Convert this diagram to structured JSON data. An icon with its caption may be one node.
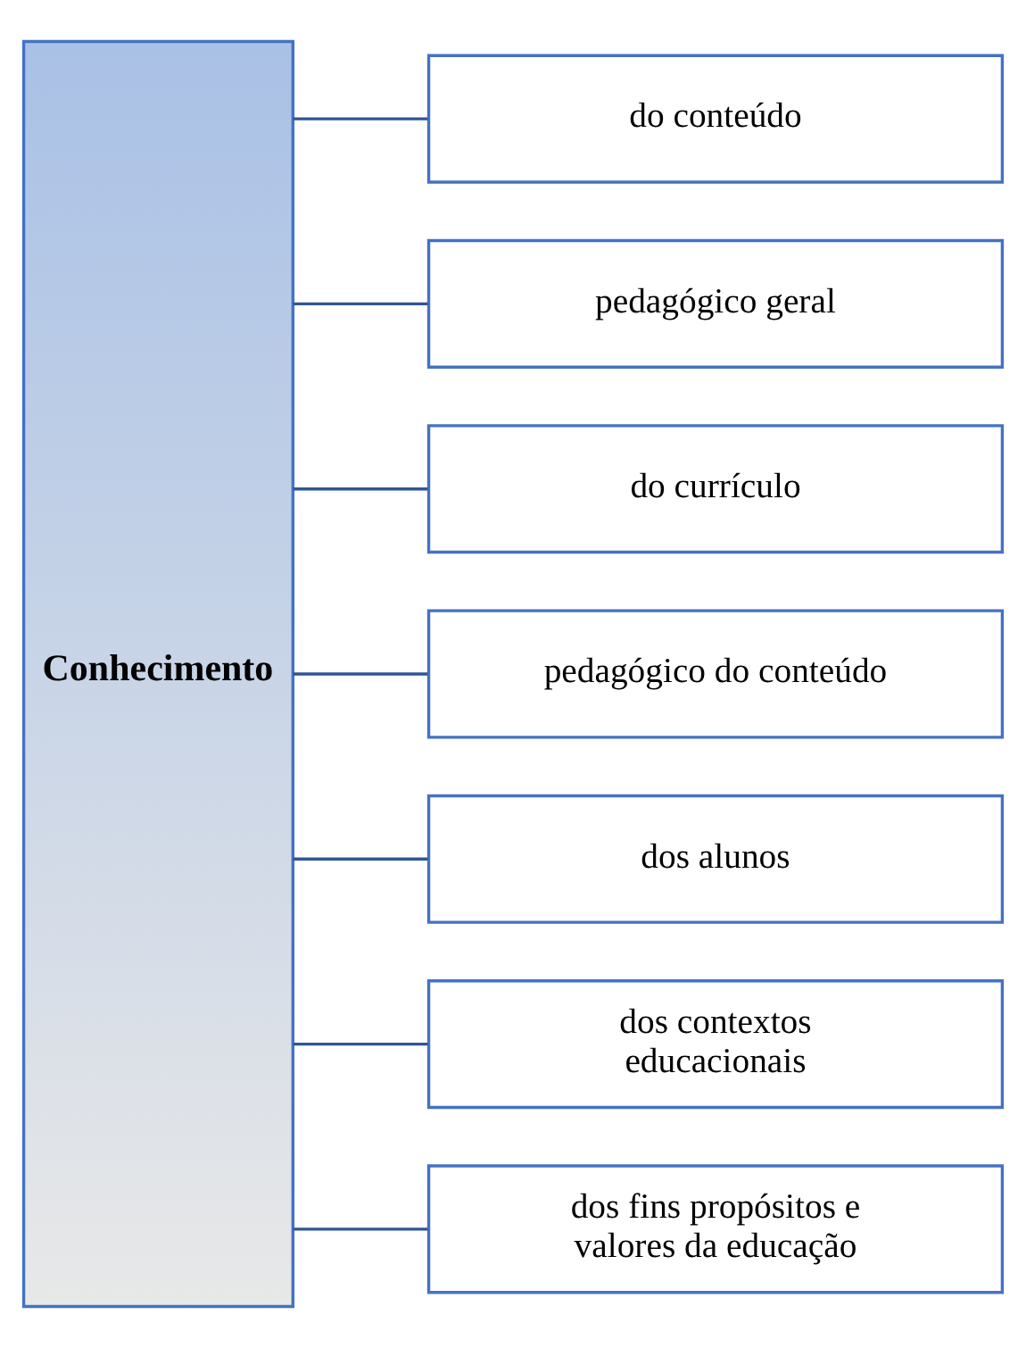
{
  "diagram": {
    "nodes": [
      {
        "text": [
          "Conhecimento"
        ]
      },
      {
        "text": [
          "do conteúdo"
        ]
      },
      {
        "text": [
          "pedagógico geral"
        ]
      },
      {
        "text": [
          "do currículo"
        ]
      },
      {
        "text": [
          "pedagógico do conteúdo"
        ]
      },
      {
        "text": [
          "dos alunos"
        ]
      },
      {
        "text": [
          "dos contextos educacionais"
        ]
      },
      {
        "text": [
          "dos fins propósitos e valores da educação"
        ]
      }
    ],
    "edges": [
      {
        "from": 0,
        "to": 1,
        "arrow": "none"
      },
      {
        "from": 0,
        "to": 2,
        "arrow": "none"
      },
      {
        "from": 0,
        "to": 3,
        "arrow": "none"
      },
      {
        "from": 0,
        "to": 4,
        "arrow": "none"
      },
      {
        "from": 0,
        "to": 5,
        "arrow": "none"
      },
      {
        "from": 0,
        "to": 6,
        "arrow": "none"
      },
      {
        "from": 0,
        "to": 7,
        "arrow": "none"
      }
    ]
  }
}
